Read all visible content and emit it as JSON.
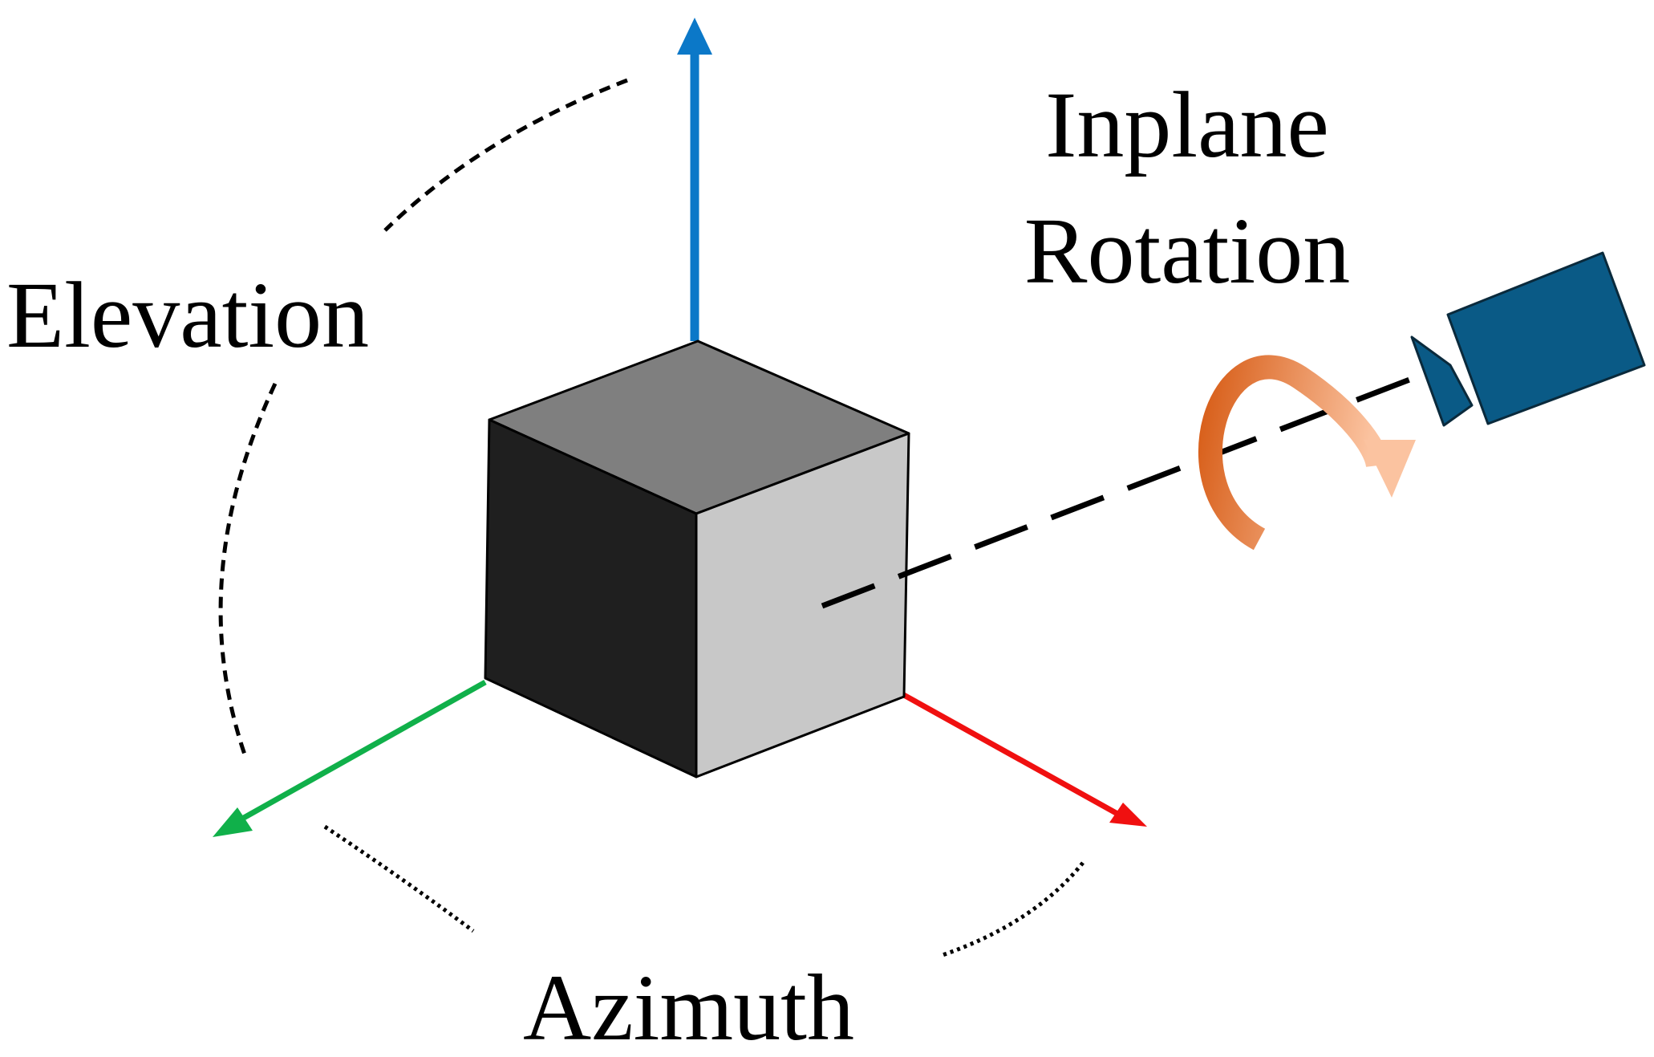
{
  "labels": {
    "elevation": "Elevation",
    "azimuth": "Azimuth",
    "inplane_line1": "Inplane",
    "inplane_line2": "Rotation"
  },
  "colors": {
    "axis_up": "#0b78c8",
    "axis_left": "#10b04a",
    "axis_right": "#f01010",
    "cube_top": "#7f7f7f",
    "cube_left": "#1f1f1f",
    "cube_right": "#c8c8c8",
    "camera": "#0a5a86",
    "rotation_arrow_start": "#d85f1a",
    "rotation_arrow_end": "#fbc3a0"
  },
  "icons": {
    "camera": "video-camera-icon",
    "rotation": "curved-rotation-arrow-icon"
  }
}
